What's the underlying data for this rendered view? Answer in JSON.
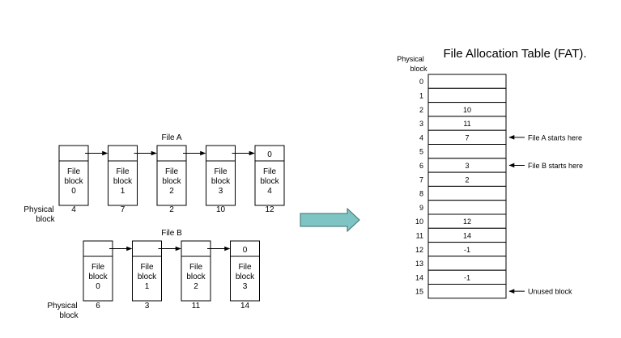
{
  "fat": {
    "title": "File Allocation Table (FAT).",
    "header_line1": "Physical",
    "header_line2": "block",
    "rows": [
      {
        "index": "0",
        "value": "",
        "note": ""
      },
      {
        "index": "1",
        "value": "",
        "note": ""
      },
      {
        "index": "2",
        "value": "10",
        "note": ""
      },
      {
        "index": "3",
        "value": "11",
        "note": ""
      },
      {
        "index": "4",
        "value": "7",
        "note": "File A starts here"
      },
      {
        "index": "5",
        "value": "",
        "note": ""
      },
      {
        "index": "6",
        "value": "3",
        "note": "File B starts here"
      },
      {
        "index": "7",
        "value": "2",
        "note": ""
      },
      {
        "index": "8",
        "value": "",
        "note": ""
      },
      {
        "index": "9",
        "value": "",
        "note": ""
      },
      {
        "index": "10",
        "value": "12",
        "note": ""
      },
      {
        "index": "11",
        "value": "14",
        "note": ""
      },
      {
        "index": "12",
        "value": "-1",
        "note": ""
      },
      {
        "index": "13",
        "value": "",
        "note": ""
      },
      {
        "index": "14",
        "value": "-1",
        "note": ""
      },
      {
        "index": "15",
        "value": "",
        "note": "Unused block"
      }
    ]
  },
  "file_a": {
    "title": "File A",
    "row_label_line1": "Physical",
    "row_label_line2": "block",
    "blocks": [
      {
        "line1": "File",
        "line2": "block",
        "num": "0",
        "pointer": "",
        "physical": "4"
      },
      {
        "line1": "File",
        "line2": "block",
        "num": "1",
        "pointer": "",
        "physical": "7"
      },
      {
        "line1": "File",
        "line2": "block",
        "num": "2",
        "pointer": "",
        "physical": "2"
      },
      {
        "line1": "File",
        "line2": "block",
        "num": "3",
        "pointer": "",
        "physical": "10"
      },
      {
        "line1": "File",
        "line2": "block",
        "num": "4",
        "pointer": "0",
        "physical": "12"
      }
    ]
  },
  "file_b": {
    "title": "File B",
    "row_label_line1": "Physical",
    "row_label_line2": "block",
    "blocks": [
      {
        "line1": "File",
        "line2": "block",
        "num": "0",
        "pointer": "",
        "physical": "6"
      },
      {
        "line1": "File",
        "line2": "block",
        "num": "1",
        "pointer": "",
        "physical": "3"
      },
      {
        "line1": "File",
        "line2": "block",
        "num": "2",
        "pointer": "",
        "physical": "11"
      },
      {
        "line1": "File",
        "line2": "block",
        "num": "3",
        "pointer": "0",
        "physical": "14"
      }
    ]
  },
  "colors": {
    "transition_arrow_fill": "#7fc4c4",
    "transition_arrow_stroke": "#3a6e6e"
  }
}
